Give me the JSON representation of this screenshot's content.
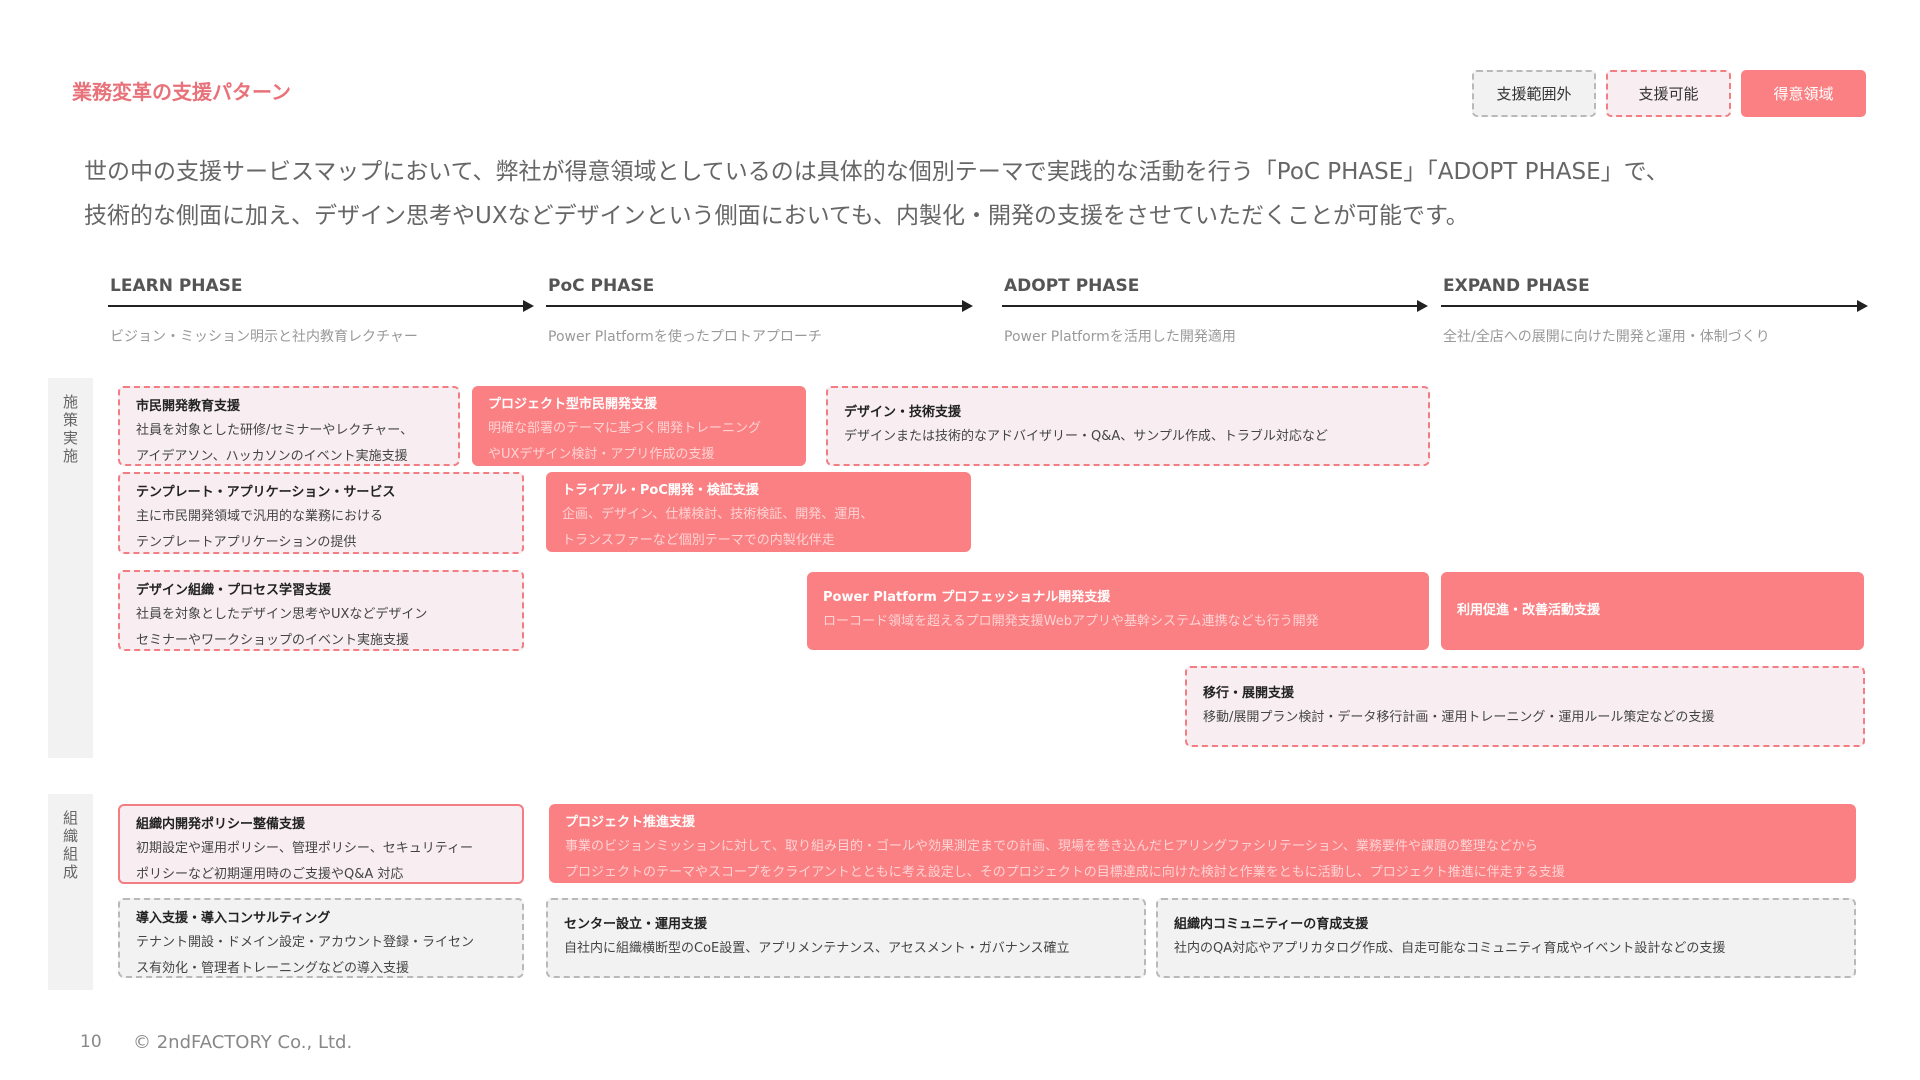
{
  "title": "業務変革の支援パターン",
  "legend": {
    "out_of_scope": "支援範囲外",
    "possible": "支援可能",
    "strong": "得意領域"
  },
  "intro": [
    "世の中の支援サービスマップにおいて、弊社が得意領域としているのは具体的な個別テーマで実践的な活動を行う「PoC PHASE」「ADOPT PHASE」で、",
    "技術的な側面に加え、デザイン思考やUXなどデザインという側面においても、内製化・開発の支援をさせていただくことが可能です。"
  ],
  "phases": [
    {
      "label": "LEARN PHASE",
      "desc": "ビジョン・ミッション明示と社内教育レクチャー"
    },
    {
      "label": "PoC PHASE",
      "desc": "Power Platformを使ったプロトアプローチ"
    },
    {
      "label": "ADOPT PHASE",
      "desc": "Power Platformを活用した開発適用"
    },
    {
      "label": "EXPAND PHASE",
      "desc": "全社/全店への展開に向けた開発と運用・体制づくり"
    }
  ],
  "sections": {
    "measures": "施策実施",
    "organization": "組織組成"
  },
  "cards": {
    "citizen_edu": {
      "title": "市民開発教育支援",
      "lines": [
        "社員を対象とした研修/セミナーやレクチャー、",
        "アイデアソン、ハッカソンのイベント実施支援"
      ]
    },
    "project_citizen": {
      "title": "プロジェクト型市民開発支援",
      "lines": [
        "明確な部署のテーマに基づく開発トレーニング",
        "やUXデザイン検討・アプリ作成の支援"
      ]
    },
    "design_tech": {
      "title": "デザイン・技術支援",
      "lines": [
        "デザインまたは技術的なアドバイザリー・Q&A、サンプル作成、トラブル対応など"
      ]
    },
    "template_app": {
      "title": "テンプレート・アプリケーション・サービス",
      "lines": [
        "主に市民開発領域で汎用的な業務における",
        "テンプレートアプリケーションの提供"
      ]
    },
    "trial_poc": {
      "title": "トライアル・PoC開発・検証支援",
      "lines": [
        "企画、デザイン、仕様検討、技術検証、開発、運用、",
        "トランスファーなど個別テーマでの内製化伴走"
      ]
    },
    "design_org": {
      "title": "デザイン組織・プロセス学習支援",
      "lines": [
        "社員を対象としたデザイン思考やUXなどデザイン",
        "セミナーやワークショップのイベント実施支援"
      ]
    },
    "pp_pro": {
      "title": "Power Platform プロフェッショナル開発支援",
      "lines": [
        "ローコード領域を超えるプロ開発支援Webアプリや基幹システム連携なども行う開発"
      ]
    },
    "usage_promo": {
      "title": "利用促進・改善活動支援",
      "lines": []
    },
    "migration": {
      "title": "移行・展開支援",
      "lines": [
        "移動/展開プラン検討・データ移行計画・運用トレーニング・運用ルール策定などの支援"
      ]
    },
    "org_policy": {
      "title": "組織内開発ポリシー整備支援",
      "lines": [
        "初期設定や運用ポリシー、管理ポリシー、セキュリティー",
        "ポリシーなど初期運用時のご支援やQ&A 対応"
      ]
    },
    "project_promo": {
      "title": "プロジェクト推進支援",
      "lines": [
        "事業のビジョンミッションに対して、取り組み目的・ゴールや効果測定までの計画、現場を巻き込んだヒアリングファシリテーション、業務要件や課題の整理などから",
        "プロジェクトのテーマやスコープをクライアントとともに考え設定し、そのプロジェクトの目標達成に向けた検討と作業をともに活動し、プロジェクト推進に伴走する支援"
      ]
    },
    "intro_consult": {
      "title": "導入支援・導入コンサルティング",
      "lines": [
        "テナント開設・ドメイン設定・アカウント登録・ライセン",
        "ス有効化・管理者トレーニングなどの導入支援"
      ]
    },
    "center_ops": {
      "title": "センター設立・運用支援",
      "lines": [
        "自社内に組織横断型のCoE設置、アプリメンテナンス、アセスメント・ガバナンス確立"
      ]
    },
    "community": {
      "title": "組織内コミュニティーの育成支援",
      "lines": [
        "社内のQA対応やアプリカタログ作成、自走可能なコミュニティ育成やイベント設計などの支援"
      ]
    }
  },
  "footer": {
    "page": "10",
    "copyright": "© 2ndFACTORY Co., Ltd."
  }
}
